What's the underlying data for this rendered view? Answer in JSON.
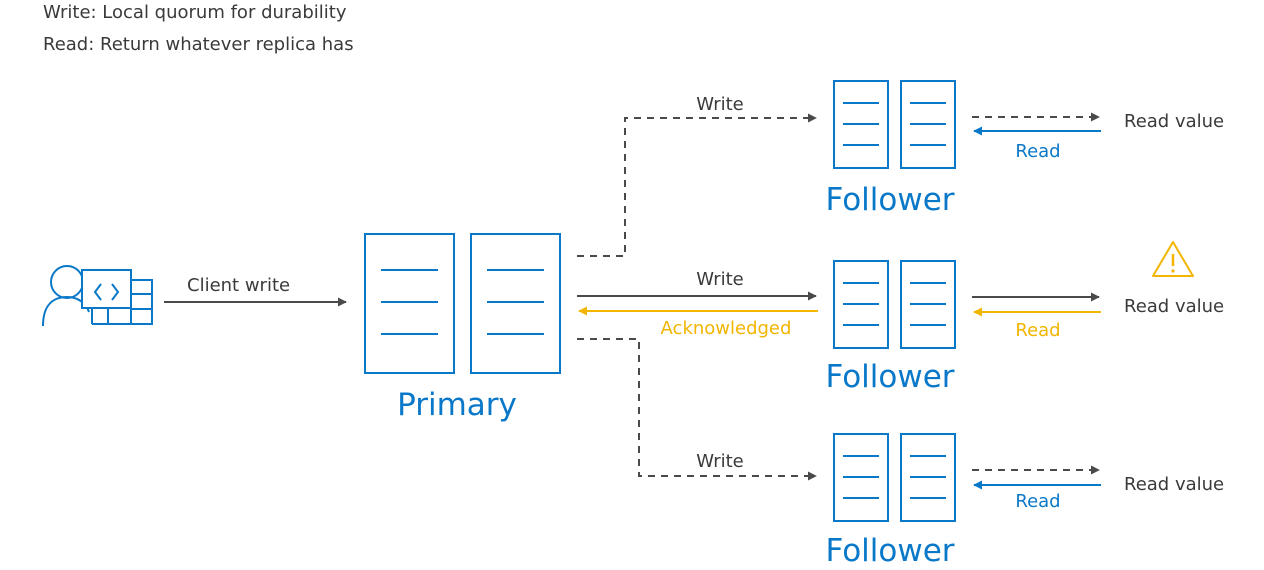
{
  "header": {
    "line1": "Write: Local quorum for durability",
    "line2": "Read: Return whatever replica has"
  },
  "client": {
    "label": "Client write",
    "icon": "developer-terminal-icon"
  },
  "primary": {
    "label": "Primary"
  },
  "followers": [
    {
      "label": "Follower",
      "write_label": "Write",
      "read_label": "Read",
      "value_label": "Read value",
      "read_color": "#0a78c8",
      "write_style": "dashed"
    },
    {
      "label": "Follower",
      "write_label": "Write",
      "ack_label": "Acknowledged",
      "read_label": "Read",
      "value_label": "Read value",
      "read_color": "#f2b500",
      "write_style": "solid",
      "warning_icon": "warning-icon"
    },
    {
      "label": "Follower",
      "write_label": "Write",
      "read_label": "Read",
      "value_label": "Read value",
      "read_color": "#0a78c8",
      "write_style": "dashed"
    }
  ],
  "colors": {
    "accent": "#0a78c8",
    "warning": "#f2b500",
    "line": "#4a4a4a",
    "text": "#3a3a3a"
  }
}
